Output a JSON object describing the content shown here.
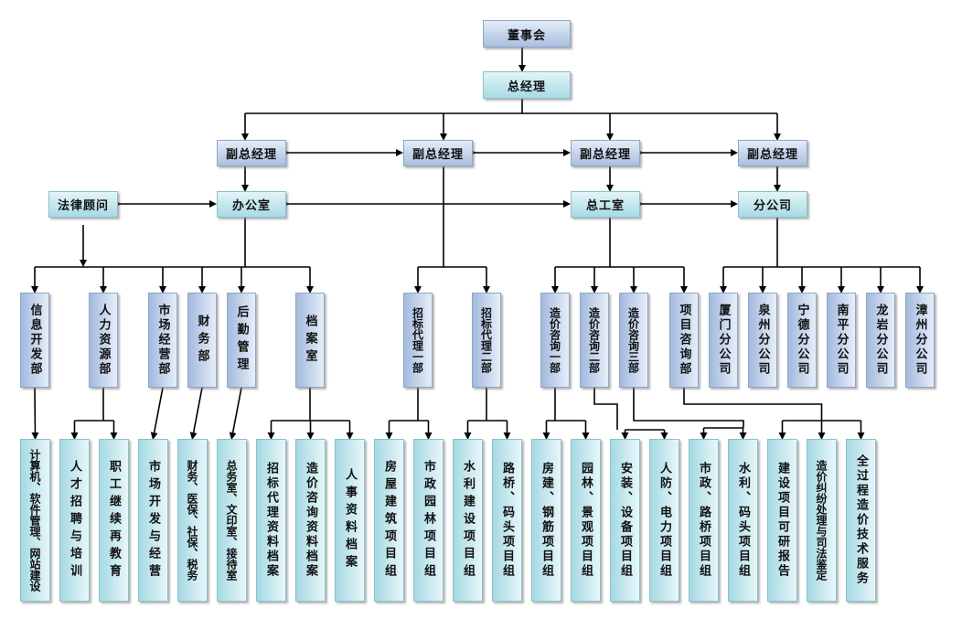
{
  "top": {
    "board": "董事会",
    "gm": "总经理",
    "vgms": [
      "副总经理",
      "副总经理",
      "副总经理",
      "副总经理"
    ]
  },
  "level3": {
    "legal": "法律顾问",
    "office": "办公室",
    "chief_engineer_office": "总工室",
    "branch": "分公司"
  },
  "departments": [
    "信息开发部",
    "人力资源部",
    "市场经营部",
    "财务部",
    "后勤管理",
    "档案室",
    "招标代理一部",
    "招标代理二部",
    "造价咨询一部",
    "造价咨询二部",
    "造价咨询三部",
    "项目咨询部",
    "厦门分公司",
    "泉州分公司",
    "宁德分公司",
    "南平分公司",
    "龙岩分公司",
    "漳州分公司"
  ],
  "teams": [
    "计算机、软件管理、网站建设",
    "人才招聘与培训",
    "职工继续再教育",
    "市场开发与经营",
    "财务、医保、社保、税务",
    "总务室、文印室、接待室",
    "招标代理资料档案",
    "造价咨询资料档案",
    "人事资料档案",
    "房屋建筑项目组",
    "市政园林项目组",
    "水利建设项目组",
    "路桥、码头项目组",
    "房建、钢筋项目组",
    "园林、景观项目组",
    "安装、设备项目组",
    "人防、电力项目组",
    "市政、路桥项目组",
    "水利、码头项目组",
    "建设项目可研报告",
    "造价纠纷处理与司法鉴定",
    "全过程造价技术服务"
  ]
}
